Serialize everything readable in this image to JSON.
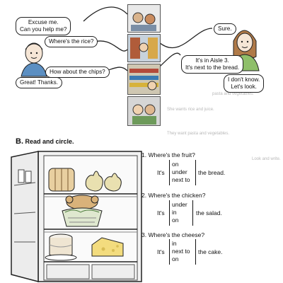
{
  "dialogue": {
    "bubble1": {
      "line1": "Excuse me.",
      "line2": "Can you help me?"
    },
    "bubble2": "Where's the rice?",
    "bubble3": "How about the chips?",
    "bubble4": "Great! Thanks.",
    "bubble5": "Sure.",
    "bubble6": {
      "line1": "It's in Aisle 3.",
      "line2": "It's next to the bread."
    },
    "bubble7": {
      "line1": "I don't know.",
      "line2": "Let's look."
    }
  },
  "background_faded": {
    "a": "pasta and vegetables.",
    "b": "She wants rice and juice.",
    "c": "They want pasta and vegetables.",
    "d": "Look and write."
  },
  "section_b": {
    "letter": "B.",
    "title": "Read and circle."
  },
  "questions": [
    {
      "number": "1.",
      "question": "Where's the fruit?",
      "prefix": "It's",
      "options": [
        "on",
        "under",
        "next to"
      ],
      "object": "the bread."
    },
    {
      "number": "2.",
      "question": "Where's the chicken?",
      "prefix": "It's",
      "options": [
        "under",
        "in",
        "on"
      ],
      "object": "the salad."
    },
    {
      "number": "3.",
      "question": "Where's the cheese?",
      "prefix": "It's",
      "options": [
        "in",
        "next to",
        "on"
      ],
      "object": "the cake."
    }
  ]
}
